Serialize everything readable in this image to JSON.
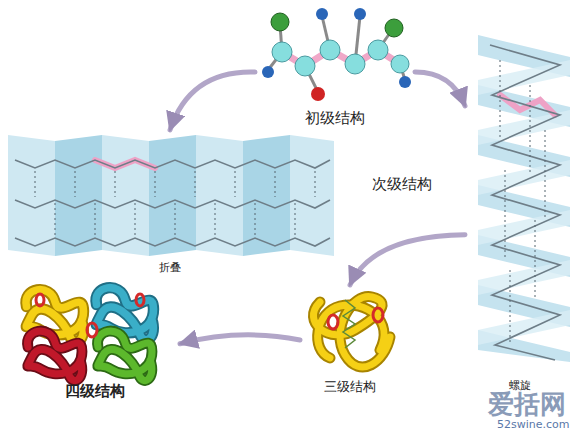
{
  "diagram": {
    "nodes": [
      {
        "text": [
          "初级结构"
        ]
      },
      {
        "text": [
          "折叠"
        ]
      },
      {
        "text": [
          "螺旋"
        ]
      },
      {
        "text": [
          "三级结构"
        ]
      },
      {
        "text": [
          "四级结构"
        ]
      }
    ],
    "edges": [
      {
        "from": 0,
        "to": 1,
        "arrow": "to"
      },
      {
        "from": 0,
        "to": 2,
        "arrow": "to"
      },
      {
        "from": 2,
        "to": 3,
        "arrow": "to"
      },
      {
        "from": 3,
        "to": 4,
        "arrow": "to"
      }
    ],
    "labels": [
      "次级结构",
      "爱括网",
      "52swine.com"
    ]
  }
}
